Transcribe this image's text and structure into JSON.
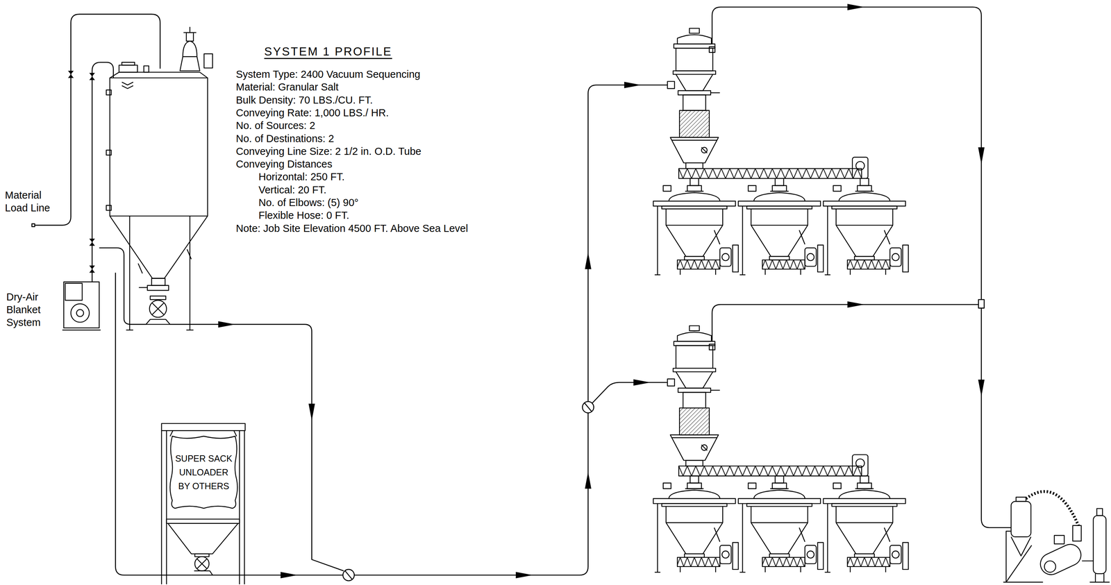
{
  "diagram": {
    "title": "SYSTEM 1 PROFILE",
    "nodes": [
      {
        "text": [
          "SUPER SACK UNLOADER BY OTHERS"
        ]
      }
    ],
    "labels": [
      "System Type: 2400 Vacuum Sequencing",
      "Material: Granular Salt",
      "Bulk Density: 70 LBS./CU. FT.",
      "Conveying Rate: 1,000 LBS./ HR.",
      "No. of Sources: 2",
      "No. of Destinations: 2",
      "Conveying Line Size: 2 1/2 in. O.D. Tube",
      "Conveying Distances",
      "Horizontal: 250 FT.",
      "Vertical: 20 FT.",
      "No. of Elbows: (5) 90°",
      "Flexible Hose: 0 FT.",
      "Note: Job Site Elevation 4500 FT. Above Sea Level",
      "Material Load Line",
      "Dry-Air Blanket System"
    ]
  }
}
